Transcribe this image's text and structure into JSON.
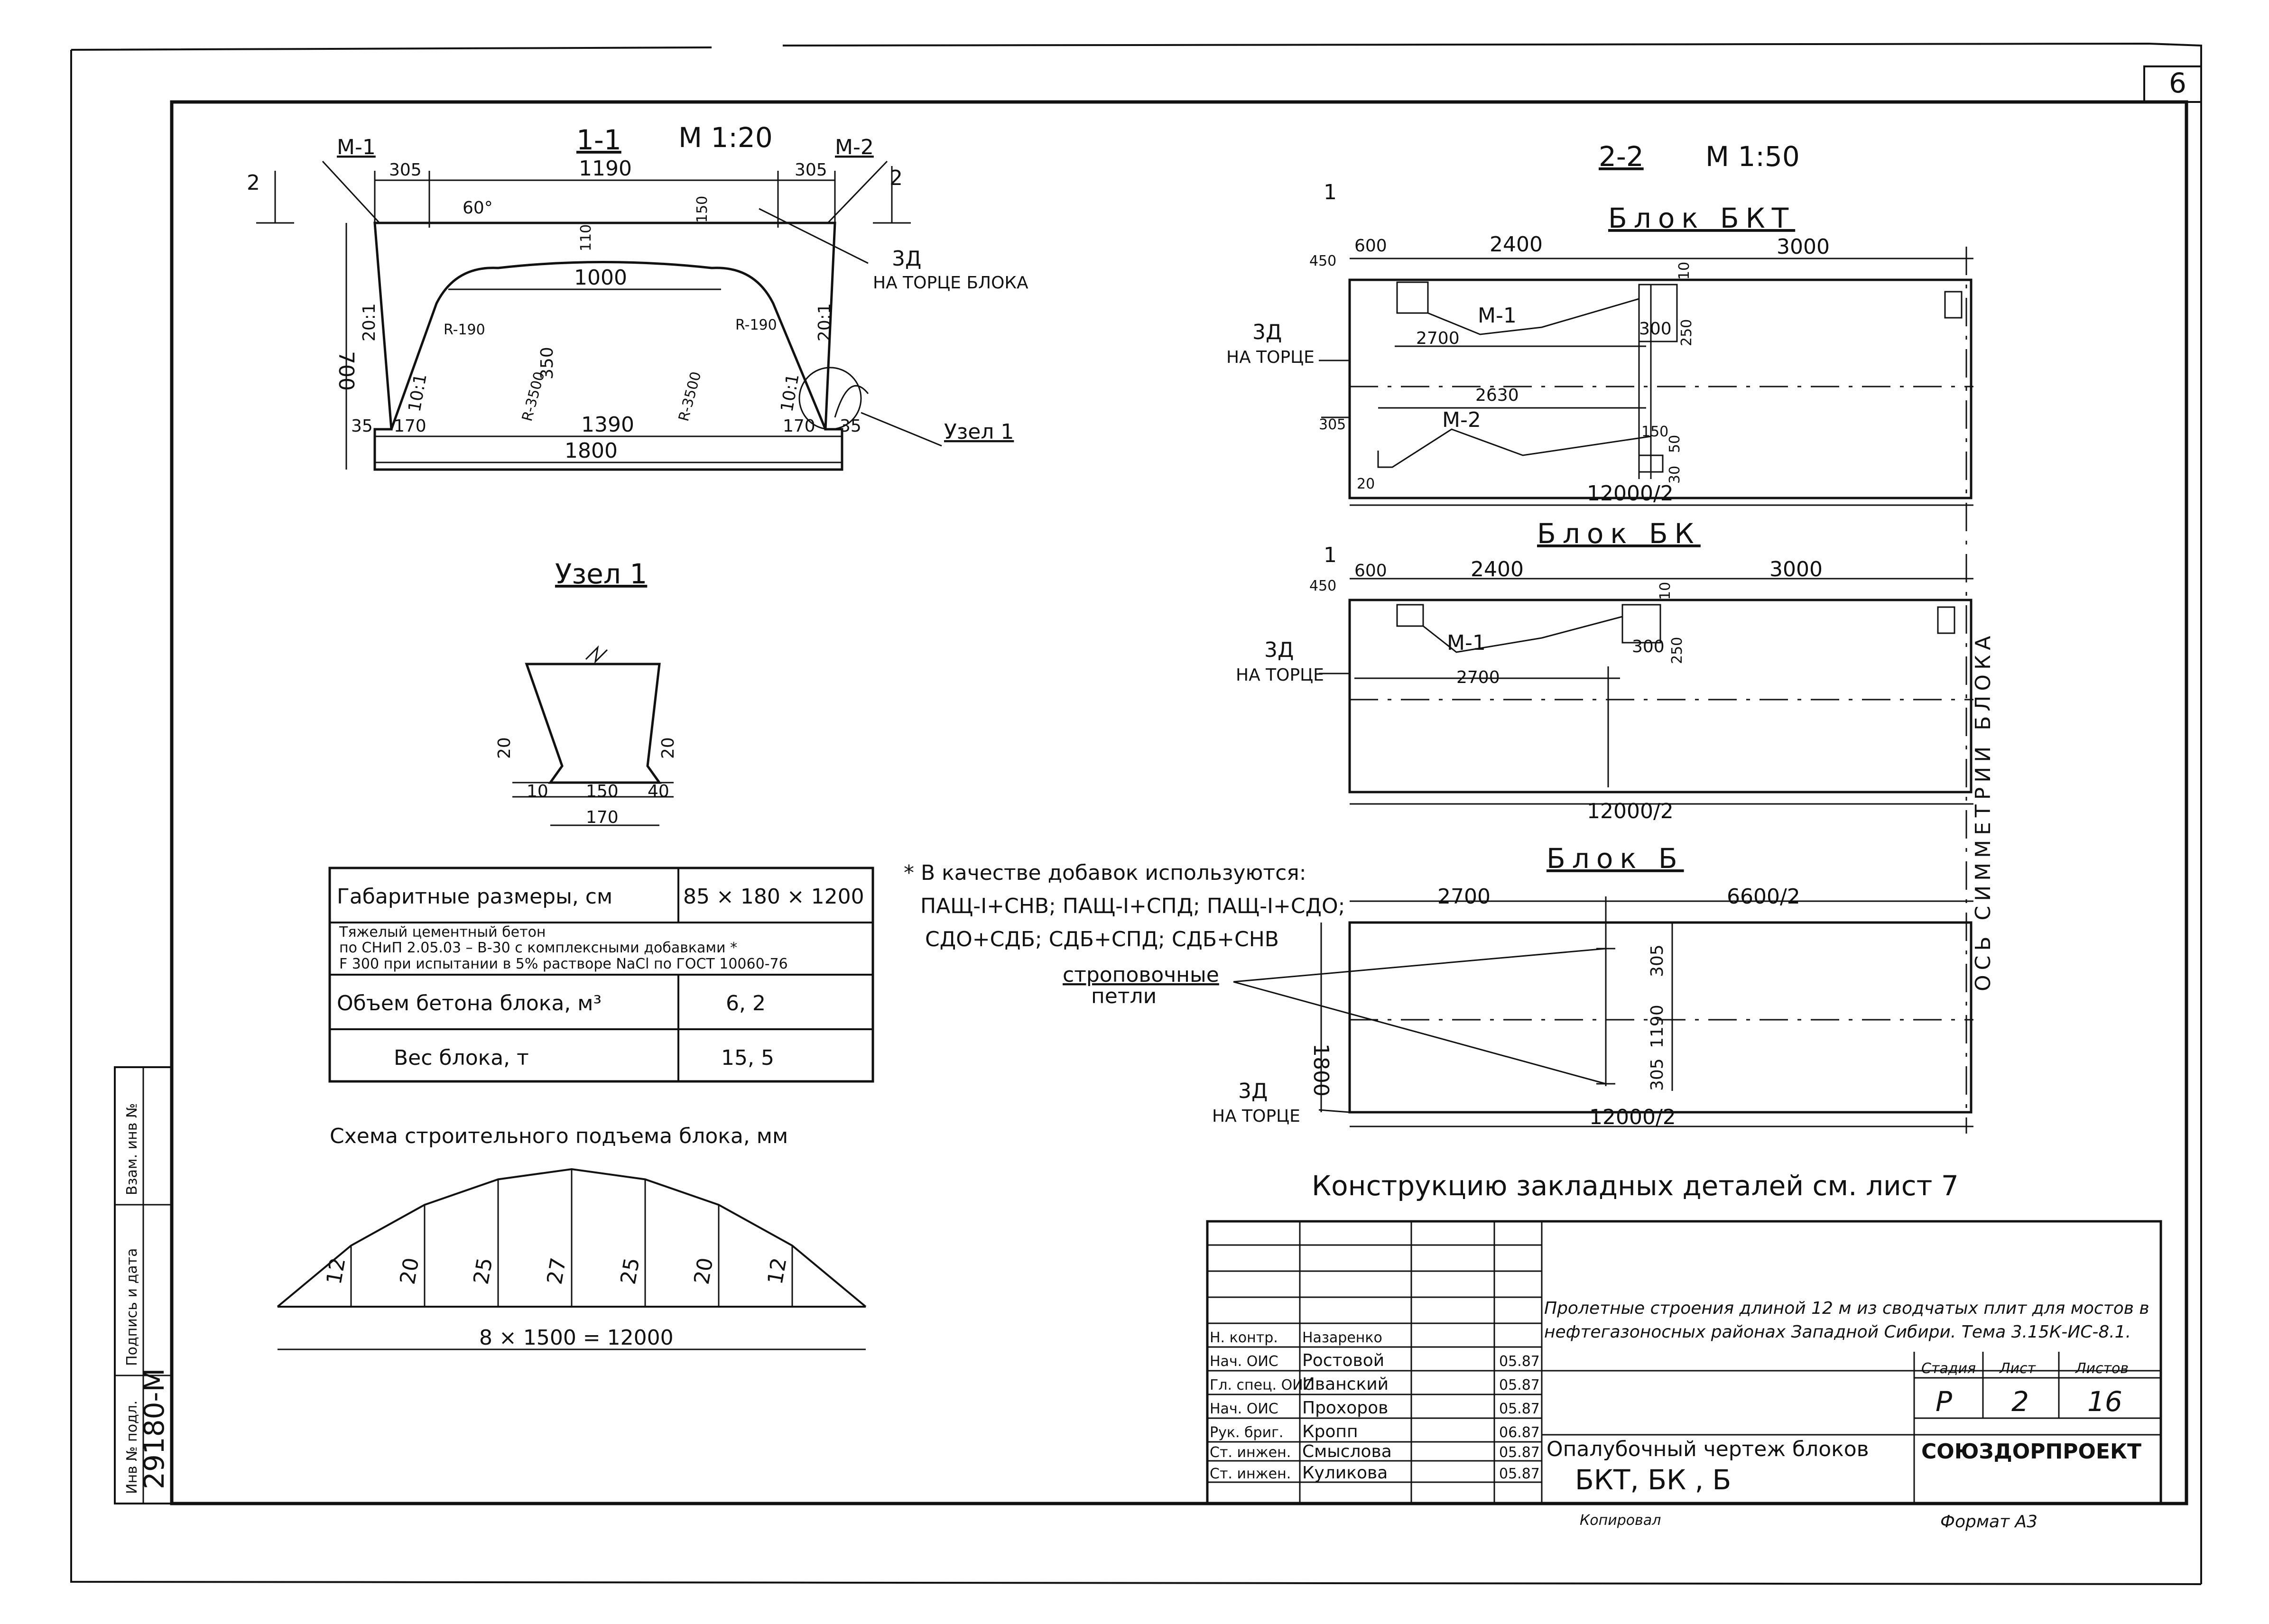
{
  "sheet": {
    "number": "6",
    "format": "Формат А3",
    "copied": "Копировал"
  },
  "section11": {
    "title": "1-1",
    "scale": "М 1:20",
    "m1": "М-1",
    "m2": "М-2",
    "cut": "2",
    "dims": {
      "top_left": "305",
      "top_mid": "1190",
      "top_right": "305",
      "angle": "60°",
      "d150": "150",
      "d110": "110",
      "height": "700",
      "slope_left": "20:1",
      "slope_right": "20:1",
      "inner_w": "1000",
      "r190_l": "R-190",
      "r190_r": "R-190",
      "r3500_l": "R-3500",
      "r3500_r": "R-3500",
      "d350": "350",
      "side_slope_l": "10:1",
      "side_slope_r": "10:1",
      "b35_l": "35",
      "b170_l": "170",
      "b1390": "1390",
      "b170_r": "170",
      "b35_r": "35",
      "total": "1800"
    },
    "zd": "3Д",
    "zd_note": "НА ТОРЦЕ БЛОКА",
    "node_ref": "Узел 1"
  },
  "node1": {
    "title": "Узел 1",
    "d20_l": "20",
    "d20_r": "20",
    "d10": "10",
    "d150": "150",
    "d40": "40",
    "d170": "170"
  },
  "props_table": {
    "rows": [
      {
        "label": "Габаритные размеры, см",
        "value": "85 × 180 × 1200"
      },
      {
        "label": "Тяжелый цементный бетон по СНиП 2.05.03 – В-30 с комплексными добавками * F 300 при испытании в 5% растворе NaCl по ГОСТ 10060-76",
        "value": ""
      },
      {
        "label": "Объем бетона блока, м³",
        "value": "6, 2"
      },
      {
        "label": "Вес блока, т",
        "value": "15, 5"
      }
    ],
    "row2_line1": "Тяжелый цементный бетон",
    "row2_line2": "по   СНиП 2.05.03 – В-30 с комплексными добавками *",
    "row2_line3": "F   300 при испытании в 5% растворе NaCl по ГОСТ 10060-76"
  },
  "additives_note": {
    "line1": "* В качестве добавок используются:",
    "line2": "ПАЩ-I+СНВ;  ПАЩ-I+СПД;  ПАЩ-I+СДО;",
    "line3": "СДО+СДБ;  СДБ+СПД;  СДБ+СНВ"
  },
  "lift_scheme": {
    "title": "Схема строительного подъема блока, мм",
    "total": "8 × 1500 = 12000"
  },
  "chart_data": {
    "type": "area",
    "title": "Схема строительного подъема блока, мм",
    "x": [
      0,
      1500,
      3000,
      4500,
      6000,
      7500,
      9000,
      10500,
      12000
    ],
    "values": [
      0,
      12,
      20,
      25,
      27,
      25,
      20,
      12,
      0
    ],
    "labels": [
      "",
      "12",
      "20",
      "25",
      "27",
      "25",
      "20",
      "12",
      ""
    ],
    "xlabel": "8 × 1500 = 12000",
    "ylim": [
      0,
      27
    ]
  },
  "section22": {
    "title": "2-2",
    "scale": "М 1:50",
    "axis_label": "ОСЬ  СИММЕТРИИ  БЛОКА",
    "cut": "1",
    "bkt": {
      "title": "Блок БКТ",
      "d450": "450",
      "d600": "600",
      "d2400": "2400",
      "d3000": "3000",
      "d10": "10",
      "m1": "М-1",
      "d2700": "2700",
      "d300": "300",
      "d250": "250",
      "d2630": "2630",
      "d305": "305",
      "m2": "М-2",
      "d150": "150",
      "d50": "50",
      "d30": "30",
      "d20": "20",
      "length": "12000/2",
      "zd": "3Д",
      "zd_note": "НА ТОРЦЕ"
    },
    "bk": {
      "title": "Блок БК",
      "d450": "450",
      "d600": "600",
      "d2400": "2400",
      "d3000": "3000",
      "d10": "10",
      "m1": "М-1",
      "d300": "300",
      "d250": "250",
      "d2700": "2700",
      "length": "12000/2",
      "zd": "3Д",
      "zd_note": "НА ТОРЦЕ"
    },
    "b": {
      "title": "Блок Б",
      "d2700": "2700",
      "d6600": "6600/2",
      "d305_t": "305",
      "d1190": "1190",
      "d305_b": "305",
      "height": "1800",
      "loops_l1": "строповочные",
      "loops_l2": "петли",
      "length": "12000/2",
      "zd": "3Д",
      "zd_note": "НА ТОРЦЕ"
    }
  },
  "embedded_note": "Конструкцию закладных деталей см. лист 7",
  "title_block": {
    "project_l1": "Пролетные строения длиной 12 м из сводчатых плит для мостов в",
    "project_l2": "нефтегазоносных районах Западной Сибири.  Тема 3.15К-ИС-8.1.",
    "stage_h": "Стадия",
    "sheet_h": "Лист",
    "sheets_h": "Листов",
    "stage": "Р",
    "sheet": "2",
    "sheets": "16",
    "drawing_l1": "Опалубочный чертеж блоков",
    "drawing_l2": "БКТ,   БК ,   Б",
    "org": "СОЮЗДОРПРОЕКТ",
    "people": [
      {
        "role": "Н. контр.",
        "name": "Назаренко",
        "date": ""
      },
      {
        "role": "Нач. ОИС",
        "name": "Ростовой",
        "date": "05.87"
      },
      {
        "role": "Гл. спец. ОИС",
        "name": "Иванский",
        "date": "05.87"
      },
      {
        "role": "Нач. ОИС",
        "name": "Прохоров",
        "date": "05.87"
      },
      {
        "role": "Рук. бриг.",
        "name": "Кропп",
        "date": "06.87"
      },
      {
        "role": "Ст. инжен.",
        "name": "Смыслова",
        "date": "05.87"
      },
      {
        "role": "Ст. инжен.",
        "name": "Куликова",
        "date": "05.87"
      }
    ]
  },
  "side_stamp": {
    "inv_h": "Инв № подл.",
    "sign_h": "Подпись и дата",
    "swap_h": "Взам. инв №",
    "inv_no": "29180-М"
  }
}
